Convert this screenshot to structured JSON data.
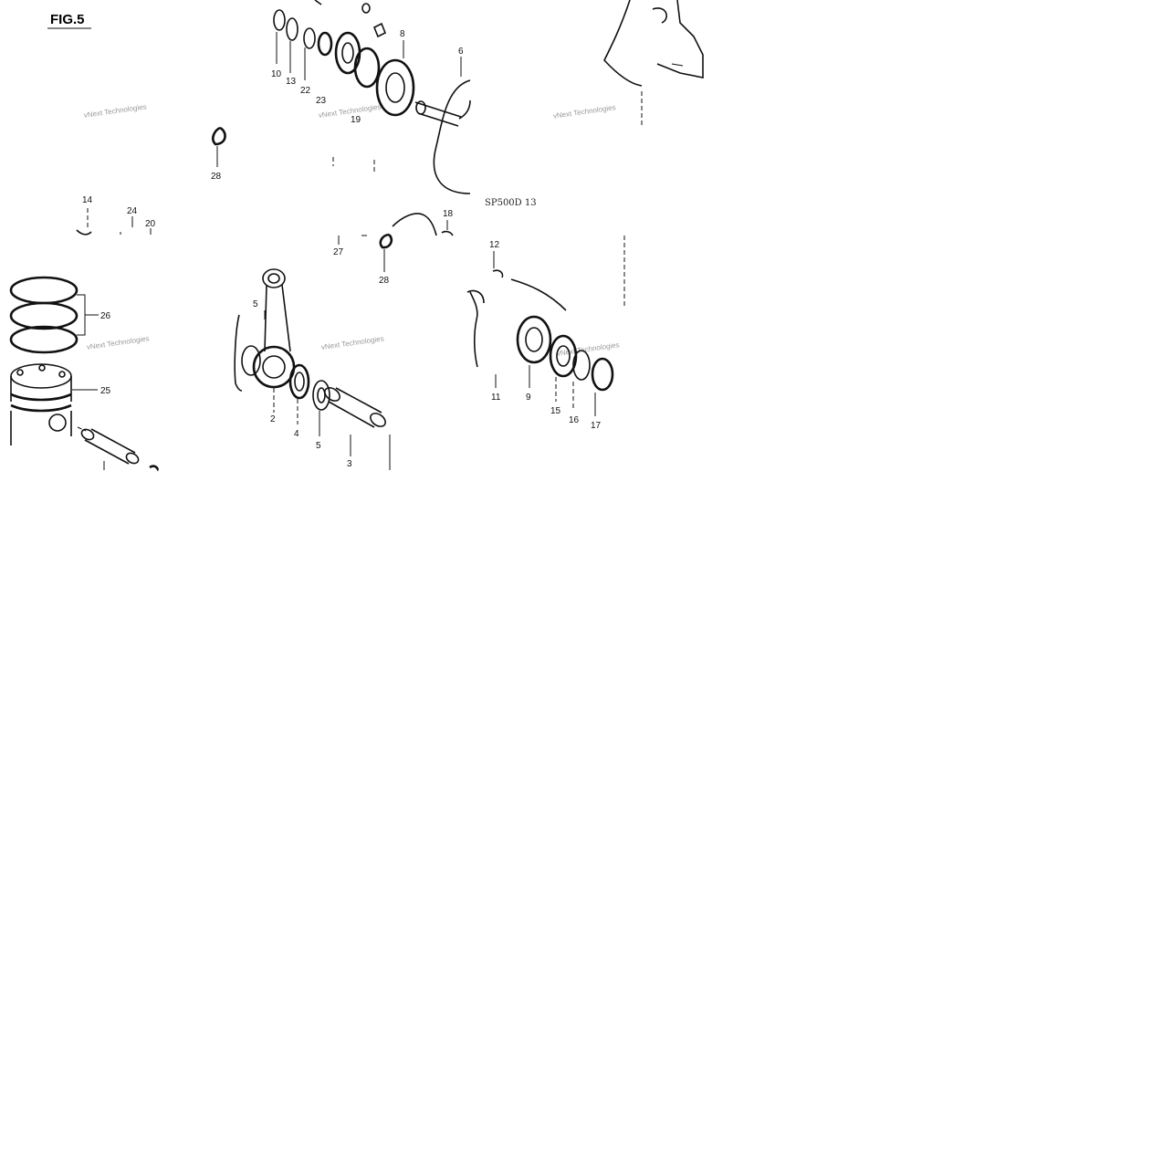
{
  "figure": {
    "title": "FIG.5",
    "code": "SP500D 13"
  },
  "watermark": "vNext Technologies",
  "callouts": {
    "c10": "10",
    "c13": "13",
    "c22": "22",
    "c23": "23",
    "c19": "19",
    "c8": "8",
    "c6": "6",
    "c28a": "28",
    "c14": "14",
    "c24": "24",
    "c20": "20",
    "c27": "27",
    "c28b": "28",
    "c18": "18",
    "c12": "12",
    "c26": "26",
    "c25": "25",
    "c5a": "5",
    "c2": "2",
    "c4": "4",
    "c5b": "5",
    "c3": "3",
    "c11": "11",
    "c9": "9",
    "c15": "15",
    "c16": "16",
    "c17": "17"
  }
}
